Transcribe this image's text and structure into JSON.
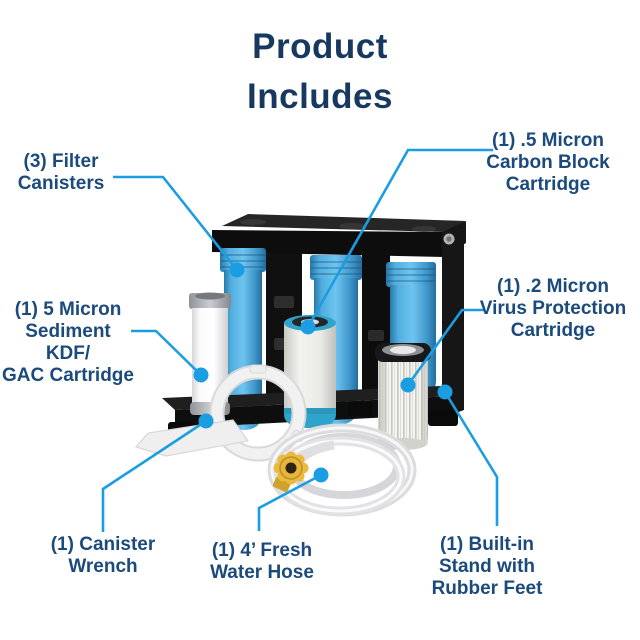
{
  "title": {
    "text": "Product\nIncludes"
  },
  "callouts": {
    "filter_canisters": {
      "label": "(3) Filter\nCanisters"
    },
    "carbon_block": {
      "label": "(1) .5 Micron\nCarbon Block\nCartridge"
    },
    "sediment": {
      "label": "(1) 5 Micron\nSediment KDF/\nGAC Cartridge"
    },
    "virus": {
      "label": "(1) .2 Micron\nVirus Protection\nCartridge"
    },
    "wrench": {
      "label": "(1) Canister\nWrench"
    },
    "hose": {
      "label": "(1) 4’ Fresh\nWater Hose"
    },
    "stand": {
      "label": "(1) Built-in\nStand with\nRubber Feet"
    }
  },
  "colors": {
    "accent_callout": "#1b9de2",
    "title_navy": "#18395f",
    "label_navy": "#1b4a7d",
    "canister_blue": "#4aa4d8",
    "frame_black": "#121212",
    "hose_fitting_yellow": "#e6b53a",
    "background": "#ffffff"
  }
}
